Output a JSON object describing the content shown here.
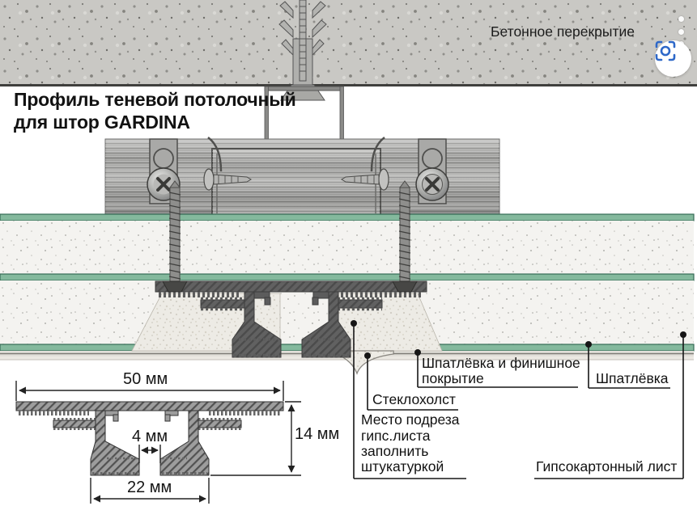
{
  "header": {
    "title_line1": "Профиль теневой потолочный",
    "title_line2": "для штор GARDINA",
    "concrete_label": "Бетонное перекрытие"
  },
  "viewer_controls": {
    "menu_icon": "kebab-menu",
    "lens_icon": "lens-scan",
    "lens_color": "#2e68c8"
  },
  "callouts": {
    "putty_finish": {
      "line1": "Шпатлёвка и финишное",
      "line2": "покрытие"
    },
    "putty": {
      "label": "Шпатлёвка"
    },
    "fiberglass": {
      "label": "Стеклохолст"
    },
    "cut_place": {
      "line1": "Место подреза",
      "line2": "гипс.листа",
      "line3": "заполнить",
      "line4": "штукатуркой"
    },
    "gypsum_sheet": {
      "label": "Гипсокартонный лист"
    }
  },
  "dimension_drawing": {
    "width_top": "50 мм",
    "gap": "4 мм",
    "height": "14 мм",
    "width_bottom": "22 мм"
  },
  "materials": {
    "green_edge": "#84b99d",
    "profile_color": "#5f5f5f",
    "concrete": "#c9c8c4",
    "gypsum": "#f4f3f0",
    "plaster": "#edebe5"
  }
}
